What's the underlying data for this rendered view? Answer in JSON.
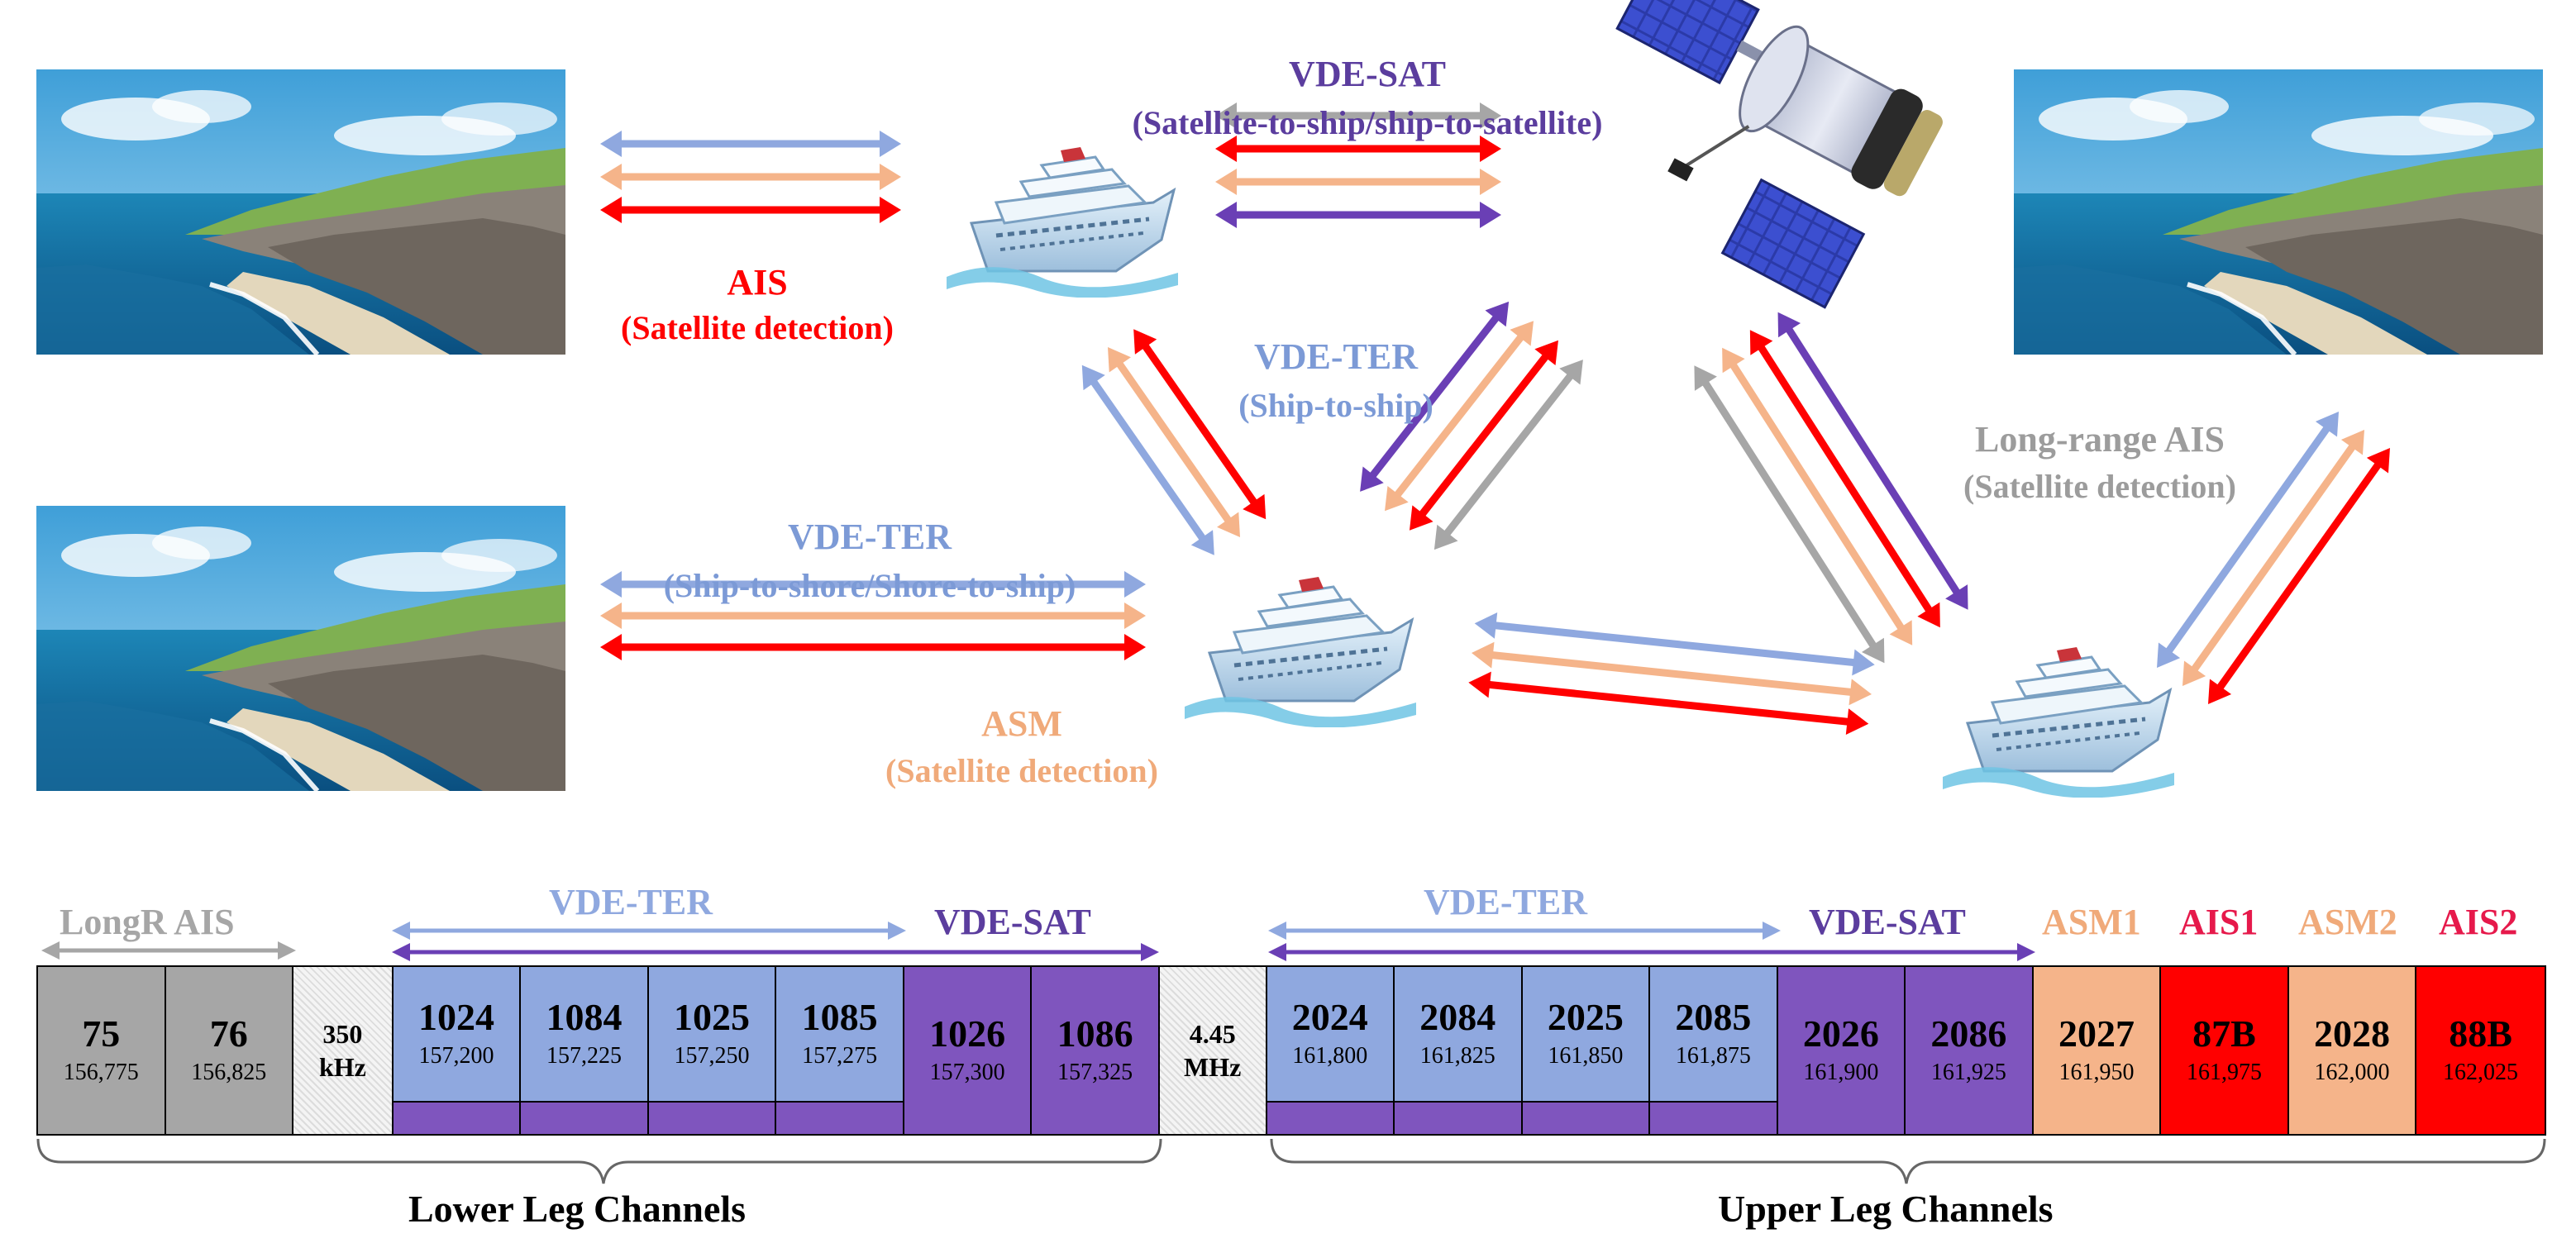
{
  "colors": {
    "blue": "#8fa8df",
    "orange": "#f5b48a",
    "red": "#ff0000",
    "gray": "#a6a6a6",
    "purple": "#6a3fb5",
    "purple_cell": "#7f55be",
    "blue_label": "#7c9ad6",
    "orange_label": "#f0aa7a",
    "gray_label": "#9c9c9c",
    "purple_label": "#5b3d9e",
    "ais_label": "#e6194b",
    "red_label": "#ff0000"
  },
  "diagram": {
    "ais": {
      "title": "AIS",
      "subtitle": "(Satellite detection)"
    },
    "vde_sat": {
      "title": "VDE-SAT",
      "subtitle": "(Satellite-to-ship/ship-to-satellite)"
    },
    "vde_ter_ship": {
      "title": "VDE-TER",
      "subtitle": "(Ship-to-ship)"
    },
    "vde_ter_shore": {
      "title": "VDE-TER",
      "subtitle": "(Ship-to-shore/Shore-to-ship)"
    },
    "asm": {
      "title": "ASM",
      "subtitle": "(Satellite detection)"
    },
    "long_range": {
      "title": "Long-range AIS",
      "subtitle": "(Satellite detection)"
    }
  },
  "bands": {
    "longr_ais": "LongR AIS",
    "lower_vde_ter": "VDE-TER",
    "lower_vde_sat": "VDE-SAT",
    "upper_vde_ter": "VDE-TER",
    "upper_vde_sat": "VDE-SAT",
    "asm1": "ASM1",
    "ais1": "AIS1",
    "asm2": "ASM2",
    "ais2": "AIS2"
  },
  "channels": [
    {
      "num": "75",
      "freq": "156,775",
      "kind": "gray"
    },
    {
      "num": "76",
      "freq": "156,825",
      "kind": "gray"
    },
    {
      "num": "350",
      "num2": "kHz",
      "kind": "gap"
    },
    {
      "num": "1024",
      "freq": "157,200",
      "kind": "blue-split"
    },
    {
      "num": "1084",
      "freq": "157,225",
      "kind": "blue-split"
    },
    {
      "num": "1025",
      "freq": "157,250",
      "kind": "blue-split"
    },
    {
      "num": "1085",
      "freq": "157,275",
      "kind": "blue-split"
    },
    {
      "num": "1026",
      "freq": "157,300",
      "kind": "purple"
    },
    {
      "num": "1086",
      "freq": "157,325",
      "kind": "purple"
    },
    {
      "num": "4.45",
      "num2": "MHz",
      "kind": "gap"
    },
    {
      "num": "2024",
      "freq": "161,800",
      "kind": "blue-split"
    },
    {
      "num": "2084",
      "freq": "161,825",
      "kind": "blue-split"
    },
    {
      "num": "2025",
      "freq": "161,850",
      "kind": "blue-split"
    },
    {
      "num": "2085",
      "freq": "161,875",
      "kind": "blue-split"
    },
    {
      "num": "2026",
      "freq": "161,900",
      "kind": "purple"
    },
    {
      "num": "2086",
      "freq": "161,925",
      "kind": "purple"
    },
    {
      "num": "2027",
      "freq": "161,950",
      "kind": "orange"
    },
    {
      "num": "87B",
      "freq": "161,975",
      "kind": "red"
    },
    {
      "num": "2028",
      "freq": "162,000",
      "kind": "orange"
    },
    {
      "num": "88B",
      "freq": "162,025",
      "kind": "red"
    }
  ],
  "legs": {
    "lower": "Lower Leg Channels",
    "upper": "Upper Leg Channels"
  }
}
